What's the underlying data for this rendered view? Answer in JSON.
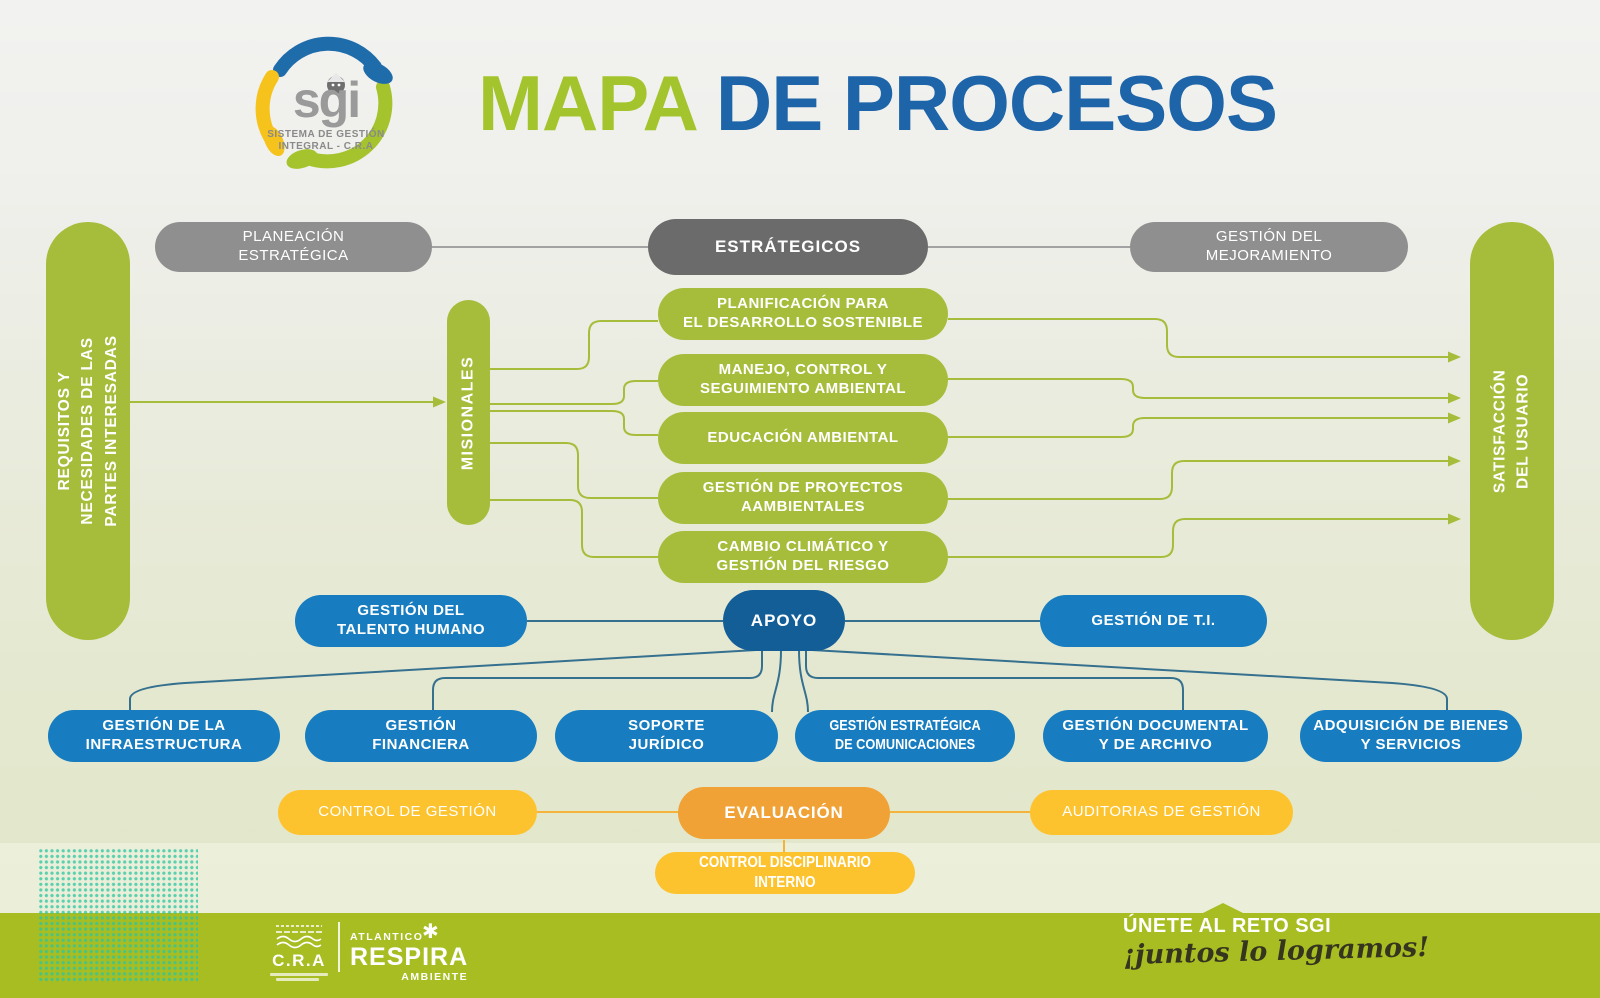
{
  "title": {
    "part1": "MAPA",
    "part2": "DE PROCESOS"
  },
  "logo": {
    "acronym": "sgi",
    "subtitle1": "SISTEMA DE GESTIÓN",
    "subtitle2": "INTEGRAL - C.R.A"
  },
  "inputs_bar": "REQUISITOS Y\nNECESIDADES DE LAS\nPARTES INTERESADAS",
  "outputs_bar": "SATISFACCIÓN\nDEL USUARIO",
  "estrategicos": {
    "group_label": "ESTRÁTEGICOS",
    "left": "PLANEACIÓN\nESTRATÉGICA",
    "right": "GESTIÓN DEL\nMEJORAMIENTO"
  },
  "misionales": {
    "group_label": "MISIONALES",
    "items": [
      "PLANIFICACIÓN PARA\nEL DESARROLLO SOSTENIBLE",
      "MANEJO, CONTROL Y\nSEGUIMIENTO AMBIENTAL",
      "EDUCACIÓN AMBIENTAL",
      "GESTIÓN DE PROYECTOS\nAAMBIENTALES",
      "CAMBIO CLIMÁTICO Y\nGESTIÓN DEL RIESGO"
    ]
  },
  "apoyo": {
    "group_label": "APOYO",
    "left": "GESTIÓN DEL\nTALENTO HUMANO",
    "right": "GESTIÓN DE T.I.",
    "items": [
      "GESTIÓN DE LA\nINFRAESTRUCTURA",
      "GESTIÓN\nFINANCIERA",
      "SOPORTE\nJURÍDICO",
      "GESTIÓN ESTRATÉGICA\nDE COMUNICACIONES",
      "GESTIÓN DOCUMENTAL\nY DE ARCHIVO",
      "ADQUISICIÓN DE BIENES\nY SERVICIOS"
    ]
  },
  "evaluacion": {
    "group_label": "EVALUACIÓN",
    "left": "CONTROL DE GESTIÓN",
    "right": "AUDITORIAS DE GESTIÓN",
    "below": "CONTROL DISCIPLINARIO INTERNO"
  },
  "footer": {
    "cra_name": "C.R.A",
    "campaign_top": "ATLANTICO",
    "campaign_star": "✱",
    "campaign_main": "RESPIRA",
    "campaign_sub": "AMBIENTE",
    "cta_title": "ÚNETE AL RETO SGI",
    "cta_script": "¡juntos lo logramos!"
  },
  "colors": {
    "green": "#a6bd3b",
    "footer_green": "#a8bd22",
    "title_green": "#a4c42e",
    "title_blue": "#1d64a9",
    "gray_light": "#8f8f8f",
    "gray_dark": "#6b6b6b",
    "blue": "#177dc0",
    "blue_dark": "#145e97",
    "yellow": "#fdc32e",
    "orange": "#f0a236",
    "teal_dots": "#2ac6a0"
  }
}
